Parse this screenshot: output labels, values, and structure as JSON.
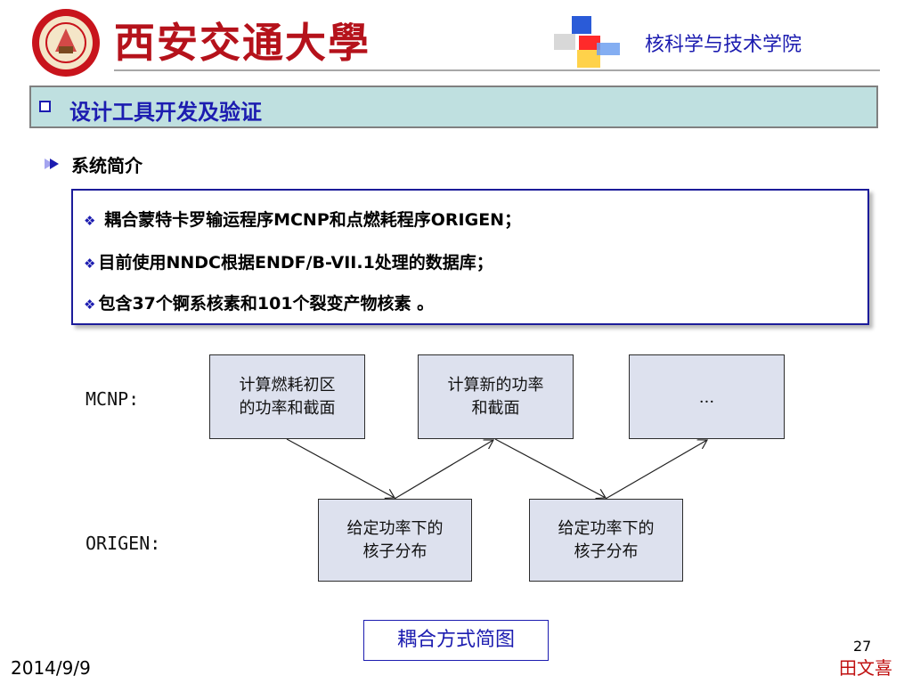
{
  "header": {
    "logo_text": "西安交通大學",
    "school_name": "核科学与技术学院",
    "colors": {
      "brand_red": "#b5121b",
      "accent_blue": "#1c1cb0"
    }
  },
  "section": {
    "icon": "checkbox-square-icon",
    "title": "设计工具开发及验证"
  },
  "subsection": {
    "icon": "arrow-bullet-icon",
    "title": "系统简介"
  },
  "info_box": {
    "bullet_icon": "diamond-bullet-icon",
    "bullets": [
      " 耦合蒙特卡罗输运程序MCNP和点燃耗程序ORIGEN；",
      "目前使用NNDC根据ENDF/B-VII.1处理的数据库；",
      "包含37个锕系核素和101个裂变产物核素 。"
    ]
  },
  "diagram": {
    "row_labels": {
      "mcnp": "MCNP:",
      "origen": "ORIGEN:"
    },
    "mcnp_boxes": [
      {
        "line1": "计算燃耗初区",
        "line2": "的功率和截面"
      },
      {
        "line1": "计算新的功率",
        "line2": "和截面"
      },
      {
        "line1": "···",
        "line2": ""
      }
    ],
    "origen_boxes": [
      {
        "line1": "给定功率下的",
        "line2": "核子分布"
      },
      {
        "line1": "给定功率下的",
        "line2": "核子分布"
      }
    ],
    "caption": "耦合方式简图"
  },
  "footer": {
    "date": "2014/9/9",
    "page_number": "27",
    "author": "田文喜"
  }
}
